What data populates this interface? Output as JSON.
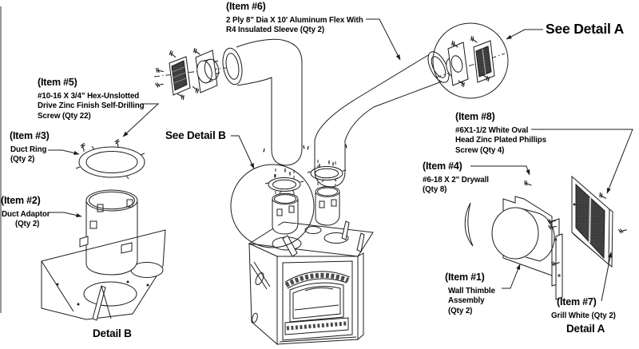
{
  "colors": {
    "line": "#1c1c1c",
    "mesh": "#3a3a3a",
    "background": "#ffffff"
  },
  "labels": {
    "see_detail_a": "See Detail A",
    "see_detail_b": "See Detail B",
    "detail_a_caption": "Detail A",
    "detail_b_caption": "Detail B"
  },
  "callouts": {
    "item6": {
      "title": "(Item #6)",
      "lines": [
        "2 Ply 8\" Dia X 10' Aluminum Flex With",
        "R4 Insulated Sleeve (Qty 2)"
      ]
    },
    "item5": {
      "title": "(Item #5)",
      "lines": [
        "#10-16 X 3/4\" Hex-Unslotted",
        "Drive Zinc Finish Self-Drilling",
        "Screw (Qty 22)"
      ]
    },
    "item3": {
      "title": "(Item #3)",
      "lines": [
        "Duct Ring",
        "(Qty 2)"
      ]
    },
    "item2": {
      "title": "(Item #2)",
      "lines": [
        "Duct Adaptor",
        "(Qty 2)"
      ]
    },
    "item8": {
      "title": "(Item #8)",
      "lines": [
        "#6X1-1/2 White Oval",
        "Head Zinc Plated Phillips",
        "Screw (Qty 4)"
      ]
    },
    "item4": {
      "title": "(Item #4)",
      "lines": [
        "#6-18 X 2\" Drywall",
        "(Qty 8)"
      ]
    },
    "item1": {
      "title": "(Item #1)",
      "lines": [
        "Wall Thimble",
        "Assembly",
        "(Qty 2)"
      ]
    },
    "item7": {
      "title": "(Item #7)",
      "lines": [
        "Grill White (Qty 2)"
      ]
    }
  }
}
